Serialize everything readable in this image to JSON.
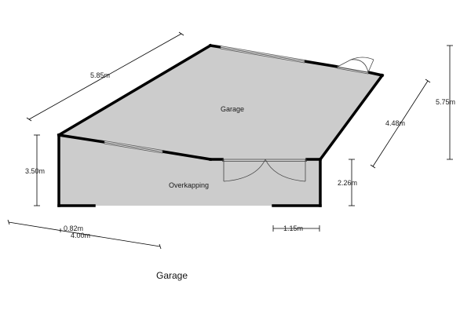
{
  "rooms": {
    "garage": "Garage",
    "overkapping": "Overkapping"
  },
  "dimensions": {
    "top": "5.85m",
    "right_outer": "5.75m",
    "right_diag": "4.48m",
    "left": "3.50m",
    "bottom_left_small": "0.82m",
    "bottom_left": "4.00m",
    "door_width": "1.15m",
    "right_lower": "2.26m"
  },
  "caption": "Garage",
  "colors": {
    "floor": "#cccccc",
    "wall": "#000000",
    "window": "#d8d8d8"
  }
}
